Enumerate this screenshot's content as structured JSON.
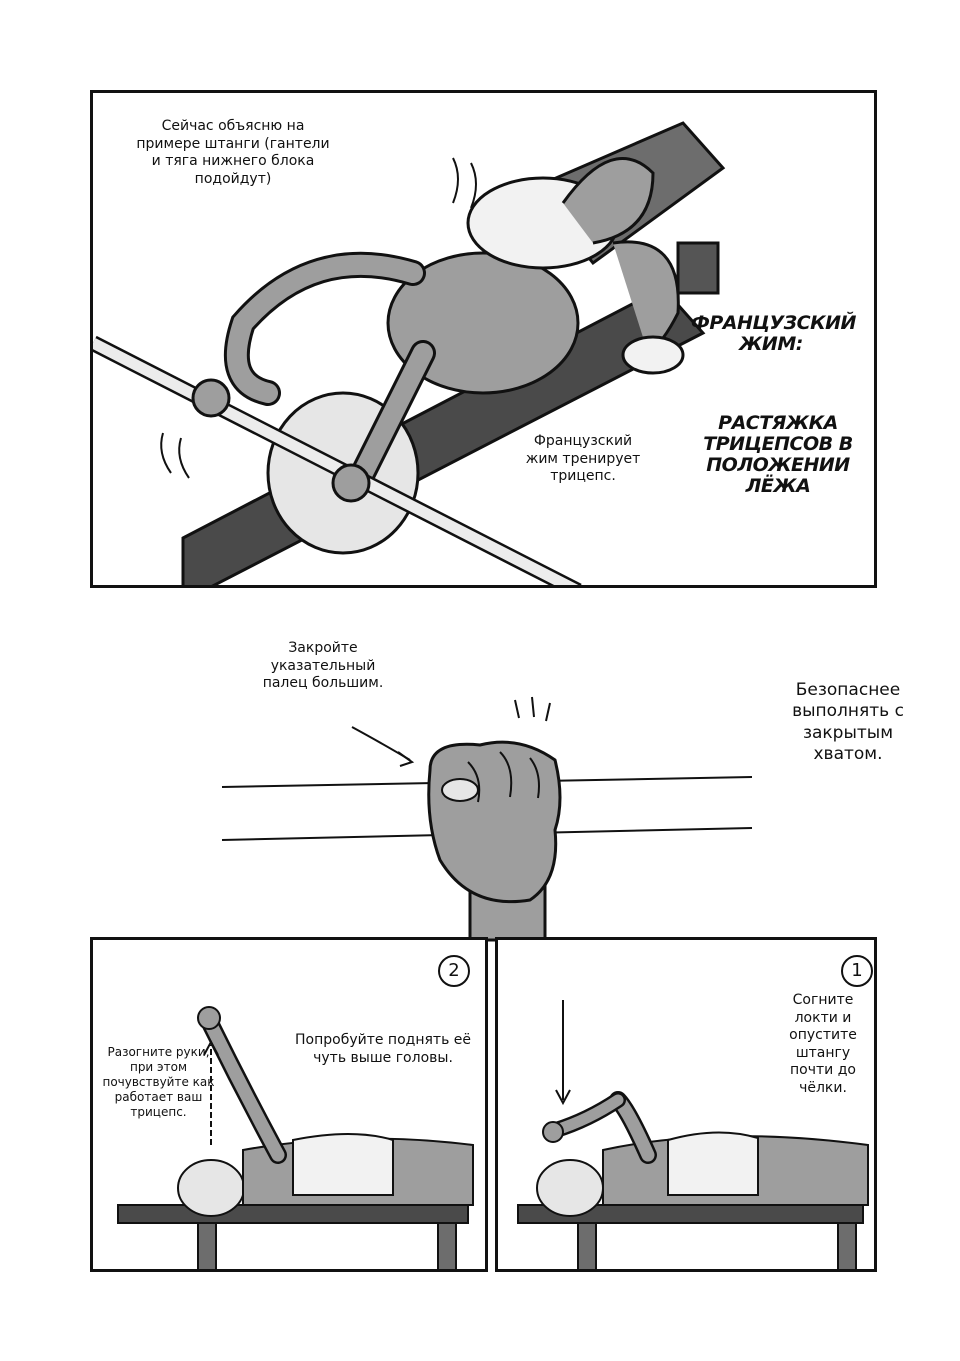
{
  "panel_top": {
    "intro_caption": "Сейчас объясню на примере штанги (гантели и тяга нижнего блока подойдут)",
    "trains_caption": "Французский жим тренирует трицепс.",
    "title": "ФРАНЦУЗСКИЙ ЖИМ:",
    "subtitle": "РАСТЯЖКА ТРИЦЕПСОВ В ПОЛОЖЕНИИ ЛЁЖА"
  },
  "grip": {
    "thumb_caption": "Закройте указательный палец большим.",
    "safe_caption": "Безопаснее выполнять с закрытым хватом."
  },
  "panel_left": {
    "step": "2",
    "extend_caption": "Разогните руки, при этом почувствуйте как работает ваш трицепс.",
    "raise_caption": "Попробуйте поднять её чуть выше головы."
  },
  "panel_right": {
    "step": "1",
    "bend_caption": "Согните локти и опустите штангу почти до чёлки."
  }
}
